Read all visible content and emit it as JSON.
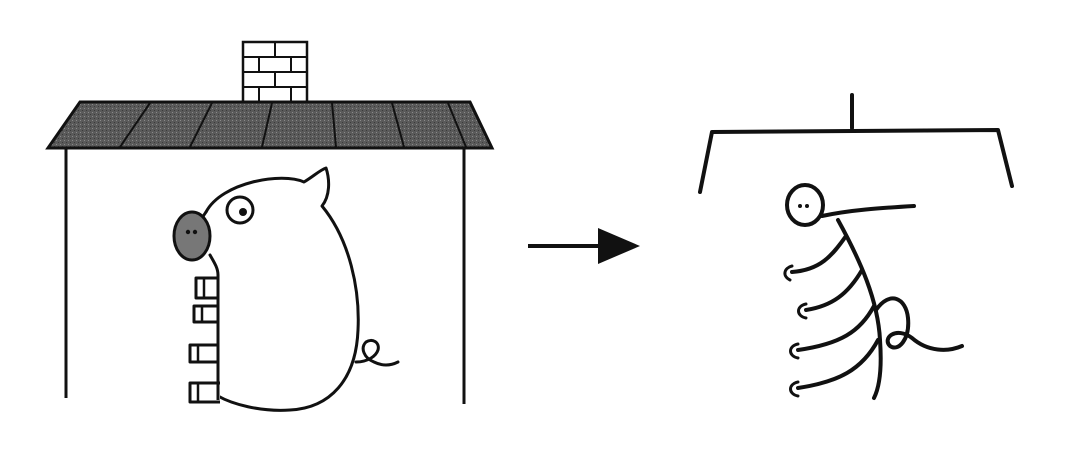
{
  "figure": {
    "panels": [
      {
        "id": "pictograph",
        "depicts": "pig-in-house"
      },
      {
        "id": "character",
        "depicts": "roof-radical-with-pig-component"
      }
    ],
    "connector": {
      "icon": "right-arrow-icon"
    },
    "colors": {
      "ink": "#111111",
      "roof_fill": "#555555",
      "snout_fill": "#777777",
      "paper": "#ffffff"
    }
  }
}
